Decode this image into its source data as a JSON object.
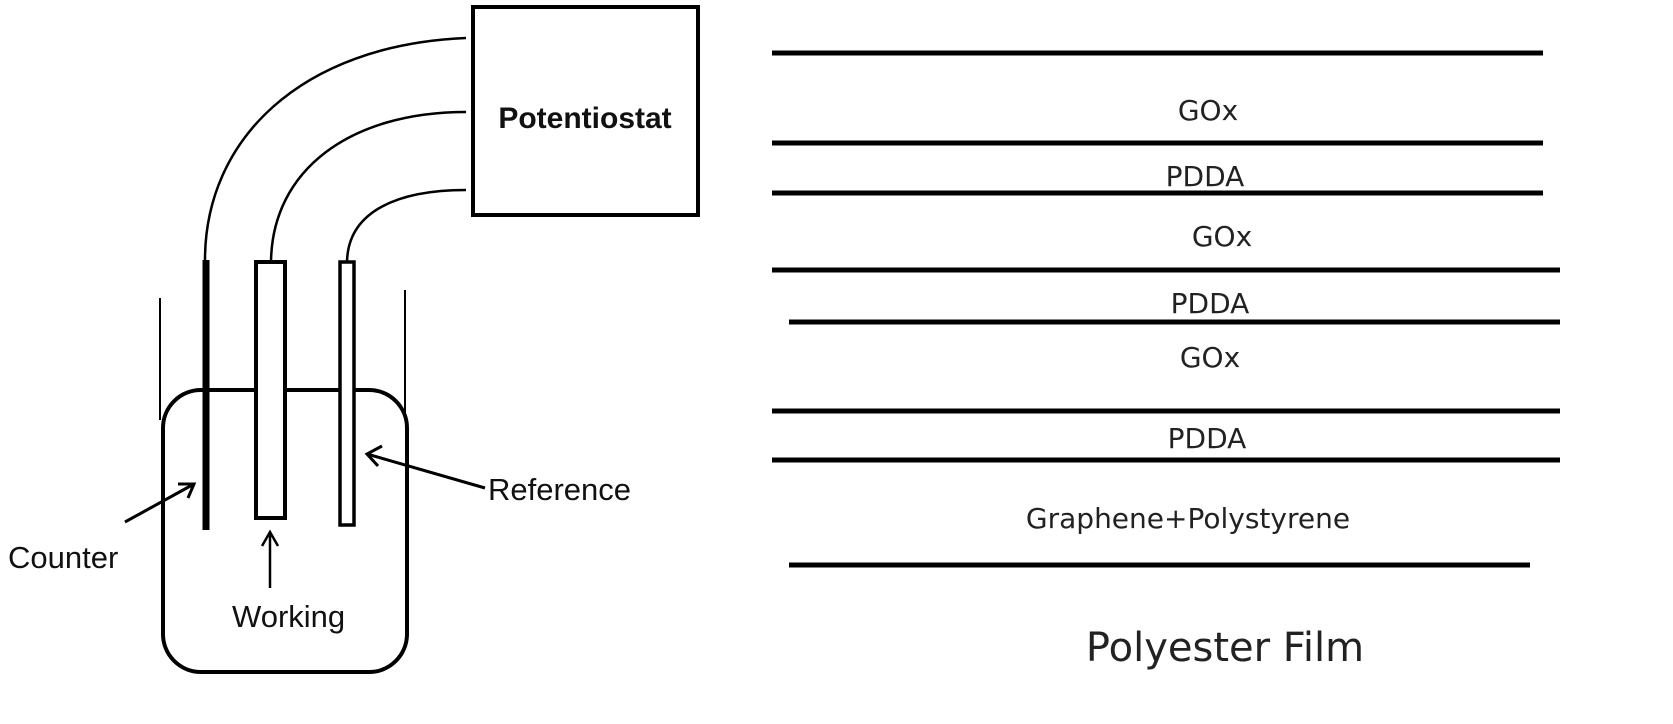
{
  "cell": {
    "instrument": "Potentiostat",
    "electrodes": {
      "counter": "Counter",
      "working": "Working",
      "reference": "Reference"
    }
  },
  "layers": [
    "GOx",
    "PDDA",
    "GOx",
    "PDDA",
    "GOx",
    "PDDA",
    "Graphene+Polystyrene",
    "Polyester Film"
  ],
  "colors": {
    "ink": "#000000",
    "background": "#ffffff"
  }
}
